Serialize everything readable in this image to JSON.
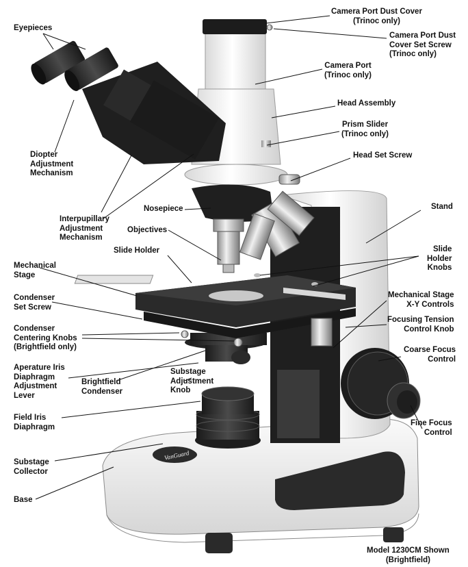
{
  "labels": {
    "eyepieces": "Eyepieces",
    "diopter": "Diopter\nAdjustment\nMechanism",
    "interpupillary": "Interpupillary\nAdjustment\nMechanism",
    "nosepiece": "Nosepiece",
    "objectives": "Objectives",
    "slide_holder": "Slide Holder",
    "mechanical_stage": "Mechanical\nStage",
    "condenser_set_screw": "Condenser\nSet Screw",
    "condenser_centering": "Condenser\nCentering Knobs\n(Brightfield only)",
    "aperture_iris": "Aperature Iris\nDiaphragm\nAdjustment\nLever",
    "brightfield_condenser": "Brightfield\nCondenser",
    "substage_adjustment": "Substage\nAdjustment\nKnob",
    "field_iris": "Field Iris\nDiaphragm",
    "substage_collector": "Substage\nCollector",
    "base": "Base",
    "camera_port_dust_cover": "Camera Port Dust Cover\n(Trinoc only)",
    "camera_port_dust_cover_screw": "Camera Port Dust\nCover Set Screw\n(Trinoc only)",
    "camera_port": "Camera Port\n(Trinoc only)",
    "head_assembly": "Head Assembly",
    "prism_slider": "Prism Slider\n(Trinoc only)",
    "head_set_screw": "Head Set Screw",
    "stand": "Stand",
    "slide_holder_knobs": "Slide\nHolder\nKnobs",
    "mech_stage_xy": "Mechanical Stage\nX-Y Controls",
    "focusing_tension": "Focusing Tension\nControl Knob",
    "coarse_focus": "Coarse Focus\nControl",
    "fine_focus": "Fine Focus\nControl",
    "model_caption": "Model 1230CM Shown\n(Brightfield)"
  },
  "artwork": {
    "brand_logo": "VanGuard"
  },
  "colors": {
    "body_white": "#f2f2f2",
    "dark": "#2b2b2b",
    "black": "#151515",
    "metal": "#c9c9c9"
  }
}
